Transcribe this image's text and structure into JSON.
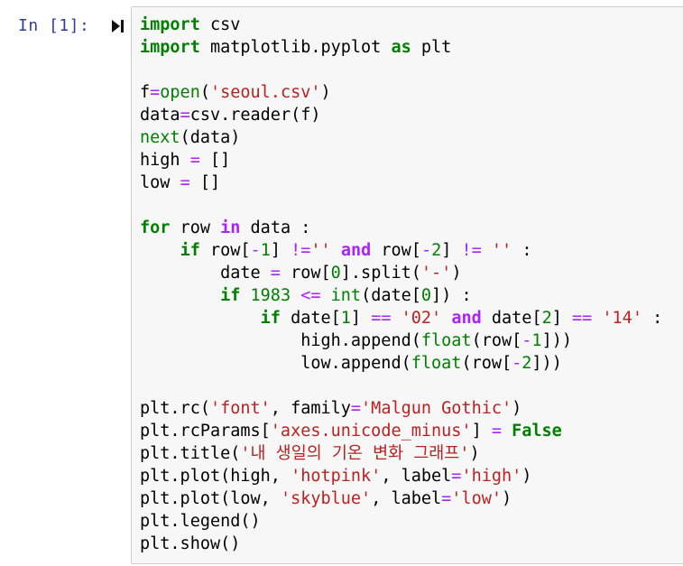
{
  "cell": {
    "prompt": "In [1]:",
    "run_icon": "run-cell-icon",
    "code_lines": [
      [
        [
          "kw",
          "import"
        ],
        [
          "nm",
          " csv"
        ]
      ],
      [
        [
          "kw",
          "import"
        ],
        [
          "nm",
          " matplotlib.pyplot "
        ],
        [
          "kw",
          "as"
        ],
        [
          "nm",
          " plt"
        ]
      ],
      [],
      [
        [
          "nm",
          "f"
        ],
        [
          "op",
          "="
        ],
        [
          "bi",
          "open"
        ],
        [
          "nm",
          "("
        ],
        [
          "str",
          "'seoul.csv'"
        ],
        [
          "nm",
          ")"
        ]
      ],
      [
        [
          "nm",
          "data"
        ],
        [
          "op",
          "="
        ],
        [
          "nm",
          "csv.reader(f)"
        ]
      ],
      [
        [
          "bi",
          "next"
        ],
        [
          "nm",
          "(data)"
        ]
      ],
      [
        [
          "nm",
          "high "
        ],
        [
          "op",
          "="
        ],
        [
          "nm",
          " []"
        ]
      ],
      [
        [
          "nm",
          "low "
        ],
        [
          "op",
          "="
        ],
        [
          "nm",
          " []"
        ]
      ],
      [],
      [
        [
          "kw",
          "for"
        ],
        [
          "nm",
          " row "
        ],
        [
          "opw",
          "in"
        ],
        [
          "nm",
          " data :"
        ]
      ],
      [
        [
          "nm",
          "    "
        ],
        [
          "kw",
          "if"
        ],
        [
          "nm",
          " row["
        ],
        [
          "op",
          "-"
        ],
        [
          "num",
          "1"
        ],
        [
          "nm",
          "] "
        ],
        [
          "op",
          "!="
        ],
        [
          "str",
          "''"
        ],
        [
          "nm",
          " "
        ],
        [
          "opw",
          "and"
        ],
        [
          "nm",
          " row["
        ],
        [
          "op",
          "-"
        ],
        [
          "num",
          "2"
        ],
        [
          "nm",
          "] "
        ],
        [
          "op",
          "!="
        ],
        [
          "nm",
          " "
        ],
        [
          "str",
          "''"
        ],
        [
          "nm",
          " :"
        ]
      ],
      [
        [
          "nm",
          "        date "
        ],
        [
          "op",
          "="
        ],
        [
          "nm",
          " row["
        ],
        [
          "num",
          "0"
        ],
        [
          "nm",
          "].split("
        ],
        [
          "str",
          "'-'"
        ],
        [
          "nm",
          ")"
        ]
      ],
      [
        [
          "nm",
          "        "
        ],
        [
          "kw",
          "if"
        ],
        [
          "nm",
          " "
        ],
        [
          "num",
          "1983"
        ],
        [
          "nm",
          " "
        ],
        [
          "op",
          "<="
        ],
        [
          "nm",
          " "
        ],
        [
          "bi",
          "int"
        ],
        [
          "nm",
          "(date["
        ],
        [
          "num",
          "0"
        ],
        [
          "nm",
          "]) :"
        ]
      ],
      [
        [
          "nm",
          "            "
        ],
        [
          "kw",
          "if"
        ],
        [
          "nm",
          " date["
        ],
        [
          "num",
          "1"
        ],
        [
          "nm",
          "] "
        ],
        [
          "op",
          "=="
        ],
        [
          "nm",
          " "
        ],
        [
          "str",
          "'02'"
        ],
        [
          "nm",
          " "
        ],
        [
          "opw",
          "and"
        ],
        [
          "nm",
          " date["
        ],
        [
          "num",
          "2"
        ],
        [
          "nm",
          "] "
        ],
        [
          "op",
          "=="
        ],
        [
          "nm",
          " "
        ],
        [
          "str",
          "'14'"
        ],
        [
          "nm",
          " :"
        ]
      ],
      [
        [
          "nm",
          "                high.append("
        ],
        [
          "bi",
          "float"
        ],
        [
          "nm",
          "(row["
        ],
        [
          "op",
          "-"
        ],
        [
          "num",
          "1"
        ],
        [
          "nm",
          "]))"
        ]
      ],
      [
        [
          "nm",
          "                low.append("
        ],
        [
          "bi",
          "float"
        ],
        [
          "nm",
          "(row["
        ],
        [
          "op",
          "-"
        ],
        [
          "num",
          "2"
        ],
        [
          "nm",
          "]))"
        ]
      ],
      [],
      [
        [
          "nm",
          "plt.rc("
        ],
        [
          "str",
          "'font'"
        ],
        [
          "nm",
          ", family"
        ],
        [
          "op",
          "="
        ],
        [
          "str",
          "'Malgun Gothic'"
        ],
        [
          "nm",
          ")"
        ]
      ],
      [
        [
          "nm",
          "plt.rcParams["
        ],
        [
          "str",
          "'axes.unicode_minus'"
        ],
        [
          "nm",
          "] "
        ],
        [
          "op",
          "="
        ],
        [
          "nm",
          " "
        ],
        [
          "cst",
          "False"
        ]
      ],
      [
        [
          "nm",
          "plt.title("
        ],
        [
          "str",
          "'내 생일의 기온 변화 그래프'"
        ],
        [
          "nm",
          ")"
        ]
      ],
      [
        [
          "nm",
          "plt.plot(high, "
        ],
        [
          "str",
          "'hotpink'"
        ],
        [
          "nm",
          ", label"
        ],
        [
          "op",
          "="
        ],
        [
          "str",
          "'high'"
        ],
        [
          "nm",
          ")"
        ]
      ],
      [
        [
          "nm",
          "plt.plot(low, "
        ],
        [
          "str",
          "'skyblue'"
        ],
        [
          "nm",
          ", label"
        ],
        [
          "op",
          "="
        ],
        [
          "str",
          "'low'"
        ],
        [
          "nm",
          ")"
        ]
      ],
      [
        [
          "nm",
          "plt.legend()"
        ]
      ],
      [
        [
          "nm",
          "plt.show()"
        ]
      ]
    ]
  }
}
